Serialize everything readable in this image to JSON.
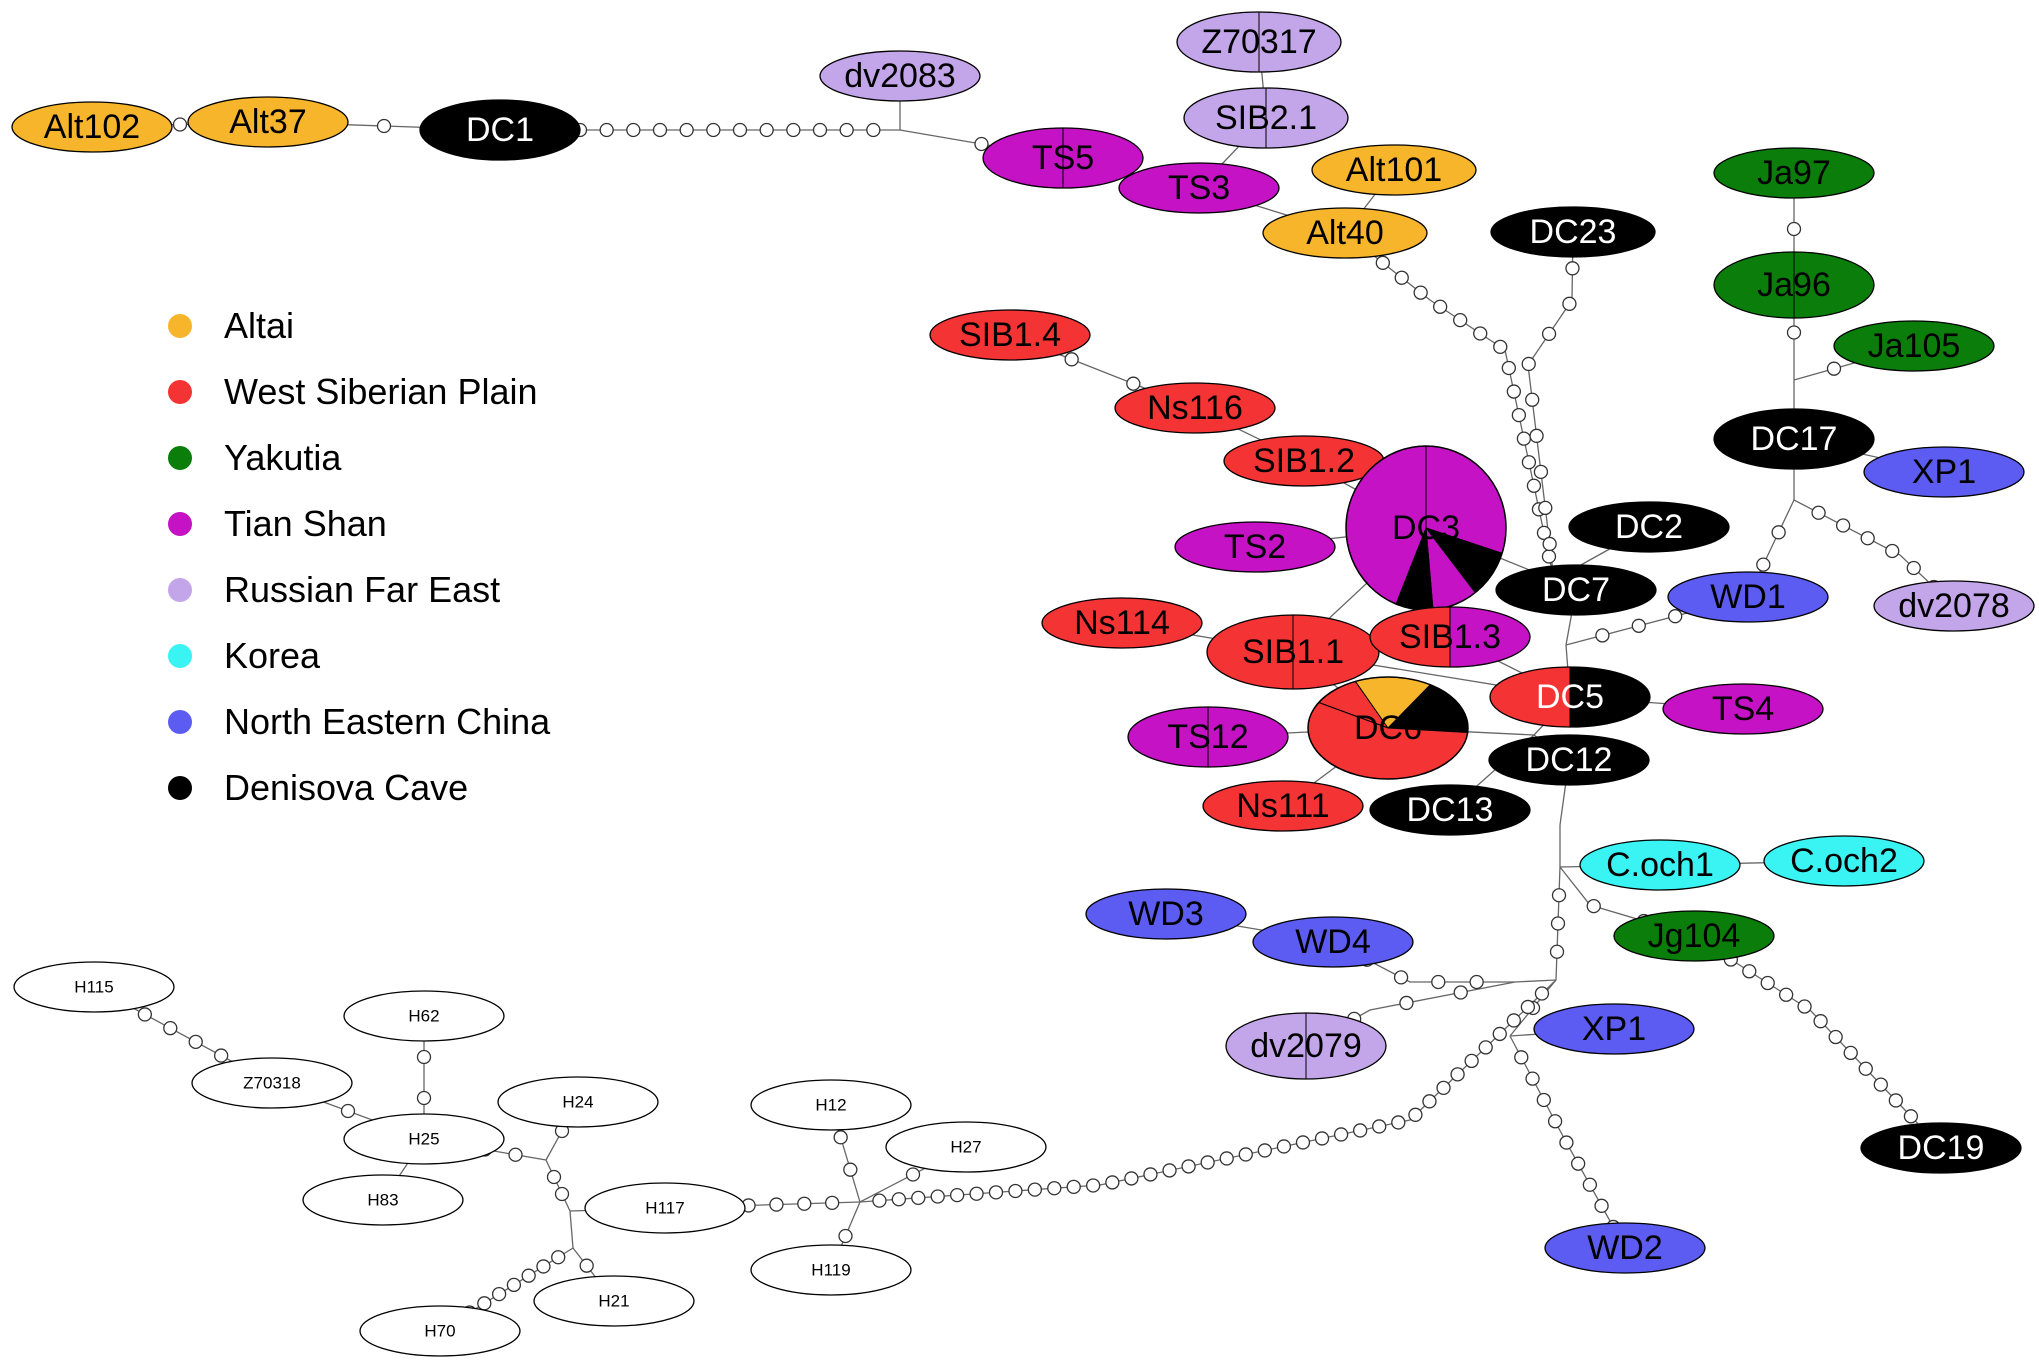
{
  "colors": {
    "altai": "#f7b52c",
    "wsib": "#f43434",
    "yakutia": "#0b7d0b",
    "tianshan": "#c512c5",
    "rfe": "#c3a5e9",
    "korea": "#3af3f3",
    "nechina": "#5c5cf2",
    "denisova": "#000000",
    "outgroup": "#ffffff"
  },
  "legend": [
    {
      "label": "Altai",
      "color": "altai"
    },
    {
      "label": "West Siberian Plain",
      "color": "wsib"
    },
    {
      "label": "Yakutia",
      "color": "yakutia"
    },
    {
      "label": "Tian Shan",
      "color": "tianshan"
    },
    {
      "label": "Russian Far East",
      "color": "rfe"
    },
    {
      "label": "Korea",
      "color": "korea"
    },
    {
      "label": "North Eastern China",
      "color": "nechina"
    },
    {
      "label": "Denisova Cave",
      "color": "denisova"
    }
  ],
  "nodes": [
    {
      "id": "Alt102",
      "label": "Alt102",
      "fill": [
        "altai"
      ]
    },
    {
      "id": "Alt37",
      "label": "Alt37",
      "fill": [
        "altai"
      ]
    },
    {
      "id": "DC1",
      "label": "DC1",
      "fill": [
        "denisova"
      ]
    },
    {
      "id": "dv2083",
      "label": "dv2083",
      "fill": [
        "rfe"
      ]
    },
    {
      "id": "TS5",
      "label": "TS5",
      "fill": [
        "tianshan"
      ]
    },
    {
      "id": "Z70317",
      "label": "Z70317",
      "fill": [
        "rfe"
      ]
    },
    {
      "id": "SIB2.1",
      "label": "SIB2.1",
      "fill": [
        "rfe"
      ]
    },
    {
      "id": "TS3",
      "label": "TS3",
      "fill": [
        "tianshan"
      ]
    },
    {
      "id": "Alt101",
      "label": "Alt101",
      "fill": [
        "altai"
      ]
    },
    {
      "id": "Alt40",
      "label": "Alt40",
      "fill": [
        "altai"
      ]
    },
    {
      "id": "DC23",
      "label": "DC23",
      "fill": [
        "denisova"
      ]
    },
    {
      "id": "Ja97",
      "label": "Ja97",
      "fill": [
        "yakutia"
      ]
    },
    {
      "id": "Ja96",
      "label": "Ja96",
      "fill": [
        "yakutia"
      ]
    },
    {
      "id": "Ja105",
      "label": "Ja105",
      "fill": [
        "yakutia"
      ]
    },
    {
      "id": "DC17",
      "label": "DC17",
      "fill": [
        "denisova"
      ]
    },
    {
      "id": "XP1a",
      "label": "XP1",
      "fill": [
        "nechina"
      ]
    },
    {
      "id": "dv2078",
      "label": "dv2078",
      "fill": [
        "rfe"
      ]
    },
    {
      "id": "SIB1.4",
      "label": "SIB1.4",
      "fill": [
        "wsib"
      ]
    },
    {
      "id": "Ns116",
      "label": "Ns116",
      "fill": [
        "wsib"
      ]
    },
    {
      "id": "SIB1.2",
      "label": "SIB1.2",
      "fill": [
        "wsib"
      ]
    },
    {
      "id": "DC3",
      "label": "DC3",
      "fill": [
        "tianshan"
      ]
    },
    {
      "id": "TS2",
      "label": "TS2",
      "fill": [
        "tianshan"
      ]
    },
    {
      "id": "DC2",
      "label": "DC2",
      "fill": [
        "denisova"
      ]
    },
    {
      "id": "DC7",
      "label": "DC7",
      "fill": [
        "denisova"
      ]
    },
    {
      "id": "WD1",
      "label": "WD1",
      "fill": [
        "nechina"
      ]
    },
    {
      "id": "Ns114",
      "label": "Ns114",
      "fill": [
        "wsib"
      ]
    },
    {
      "id": "SIB1.1",
      "label": "SIB1.1",
      "fill": [
        "wsib"
      ]
    },
    {
      "id": "SIB1.3",
      "label": "SIB1.3",
      "fill": [
        "wsib",
        "tianshan"
      ]
    },
    {
      "id": "DC5",
      "label": "DC5",
      "fill": [
        "wsib",
        "denisova"
      ]
    },
    {
      "id": "TS4",
      "label": "TS4",
      "fill": [
        "tianshan"
      ]
    },
    {
      "id": "TS12",
      "label": "TS12",
      "fill": [
        "tianshan"
      ]
    },
    {
      "id": "DC6",
      "label": "DC6",
      "fill": [
        "wsib"
      ]
    },
    {
      "id": "DC12",
      "label": "DC12",
      "fill": [
        "denisova"
      ]
    },
    {
      "id": "Ns111",
      "label": "Ns111",
      "fill": [
        "wsib"
      ]
    },
    {
      "id": "DC13",
      "label": "DC13",
      "fill": [
        "denisova"
      ]
    },
    {
      "id": "C.och1",
      "label": "C.och1",
      "fill": [
        "korea"
      ]
    },
    {
      "id": "C.och2",
      "label": "C.och2",
      "fill": [
        "korea"
      ]
    },
    {
      "id": "WD3",
      "label": "WD3",
      "fill": [
        "nechina"
      ]
    },
    {
      "id": "WD4",
      "label": "WD4",
      "fill": [
        "nechina"
      ]
    },
    {
      "id": "Jg104",
      "label": "Jg104",
      "fill": [
        "yakutia"
      ]
    },
    {
      "id": "dv2079",
      "label": "dv2079",
      "fill": [
        "rfe"
      ]
    },
    {
      "id": "XP1b",
      "label": "XP1",
      "fill": [
        "nechina"
      ]
    },
    {
      "id": "DC19",
      "label": "DC19",
      "fill": [
        "denisova"
      ]
    },
    {
      "id": "WD2",
      "label": "WD2",
      "fill": [
        "nechina"
      ]
    },
    {
      "id": "H115",
      "label": "H115",
      "fill": [
        "outgroup"
      ]
    },
    {
      "id": "H62",
      "label": "H62",
      "fill": [
        "outgroup"
      ]
    },
    {
      "id": "Z70318",
      "label": "Z70318",
      "fill": [
        "outgroup"
      ]
    },
    {
      "id": "H24",
      "label": "H24",
      "fill": [
        "outgroup"
      ]
    },
    {
      "id": "H25",
      "label": "H25",
      "fill": [
        "outgroup"
      ]
    },
    {
      "id": "H83",
      "label": "H83",
      "fill": [
        "outgroup"
      ]
    },
    {
      "id": "H12",
      "label": "H12",
      "fill": [
        "outgroup"
      ]
    },
    {
      "id": "H27",
      "label": "H27",
      "fill": [
        "outgroup"
      ]
    },
    {
      "id": "H117",
      "label": "H117",
      "fill": [
        "outgroup"
      ]
    },
    {
      "id": "H119",
      "label": "H119",
      "fill": [
        "outgroup"
      ]
    },
    {
      "id": "H21",
      "label": "H21",
      "fill": [
        "outgroup"
      ]
    },
    {
      "id": "H70",
      "label": "H70",
      "fill": [
        "outgroup"
      ]
    }
  ]
}
